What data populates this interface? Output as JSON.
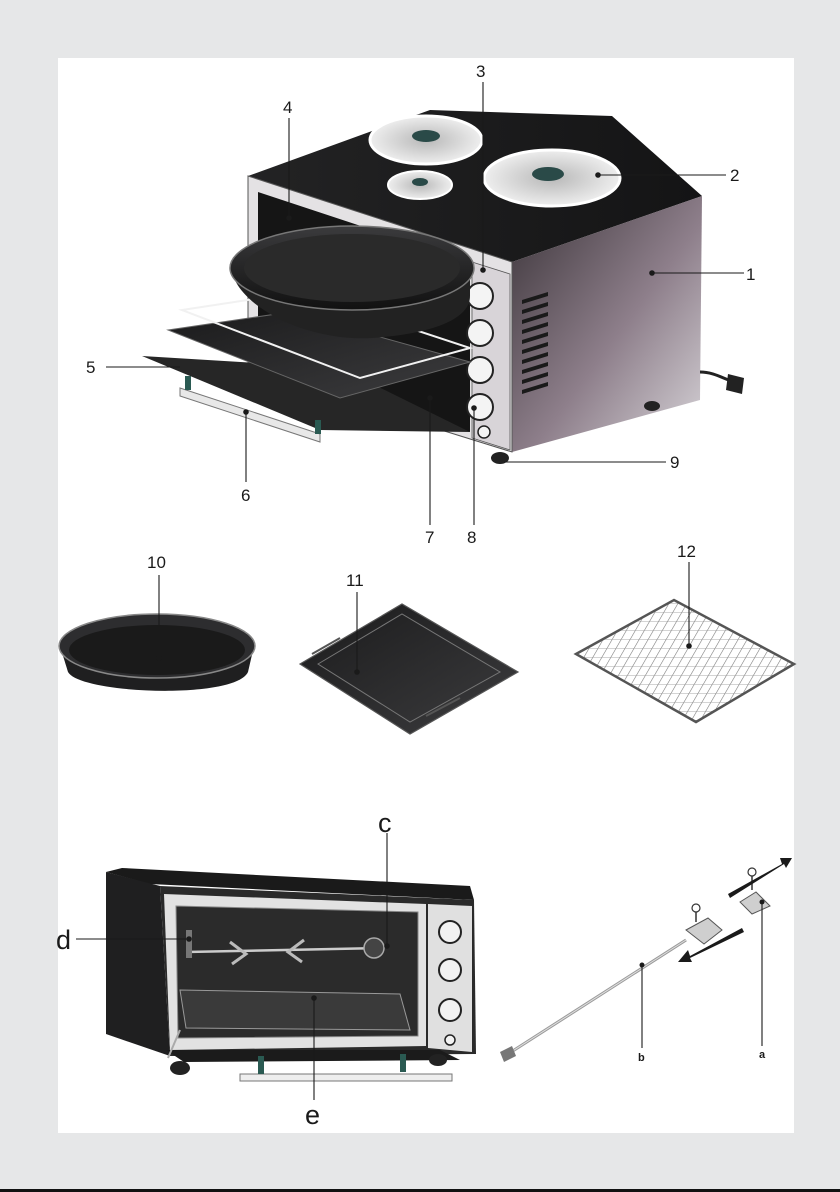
{
  "labels": {
    "l1": "1",
    "l2": "2",
    "l3": "3",
    "l4": "4",
    "l5": "5",
    "l6": "6",
    "l7": "7",
    "l8": "8",
    "l9": "9",
    "l10": "10",
    "l11": "11",
    "l12": "12",
    "la": "a",
    "lb": "b",
    "lc": "c",
    "ld": "d",
    "le": "e"
  },
  "colors": {
    "oven_body": "#1c1c1e",
    "oven_side": "#a39aa3",
    "hotplate": "#d9d9d9",
    "frame": "#e4e2e4",
    "background": "#e6e7e8"
  }
}
